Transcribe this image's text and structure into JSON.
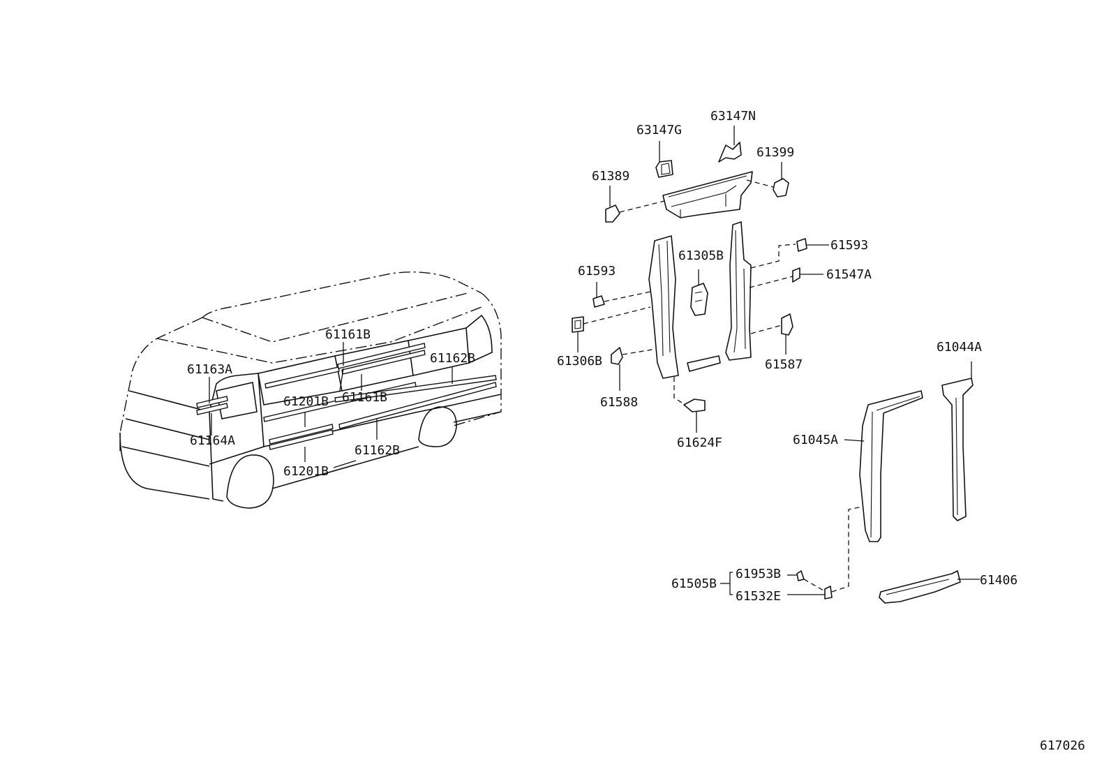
{
  "diagram_id": "617026",
  "parts": {
    "p63147G": "63147G",
    "p63147N": "63147N",
    "p61399": "61399",
    "p61389": "61389",
    "p61593_right": "61593",
    "p61305B": "61305B",
    "p61593_left": "61593",
    "p61547A": "61547A",
    "p61306B": "61306B",
    "p61587": "61587",
    "p61588": "61588",
    "p61624F": "61624F",
    "p61044A": "61044A",
    "p61045A": "61045A",
    "p61505B": "61505B",
    "p61953B": "61953B",
    "p61532E": "61532E",
    "p61406": "61406",
    "p61163A": "61163A",
    "p61161B_top": "61161B",
    "p61162B_top": "61162B",
    "p61201B_top": "61201B",
    "p61161B_mid": "61161B",
    "p61164A": "61164A",
    "p61162B_bottom": "61162B",
    "p61201B_bottom": "61201B"
  }
}
